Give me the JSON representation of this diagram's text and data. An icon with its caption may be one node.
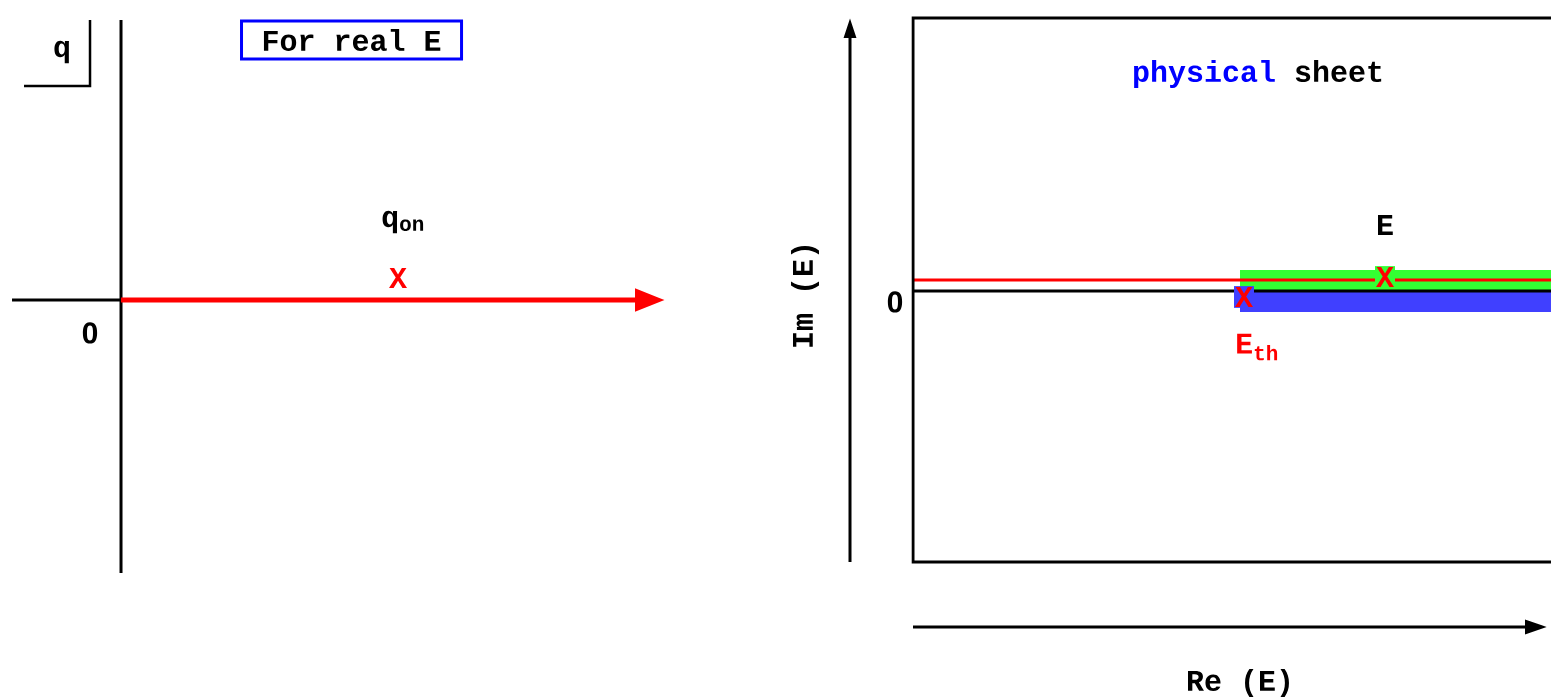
{
  "diagram": {
    "nodes": [
      {
        "text": [
          "For real E"
        ]
      },
      {
        "text": [
          "physical",
          "sheet"
        ]
      }
    ],
    "labels": [
      "q",
      "q$_{on}$",
      "X",
      "0",
      "Im (E)",
      "0",
      "E",
      "X",
      "X",
      "E$_{th}$",
      "Re (E)"
    ]
  }
}
